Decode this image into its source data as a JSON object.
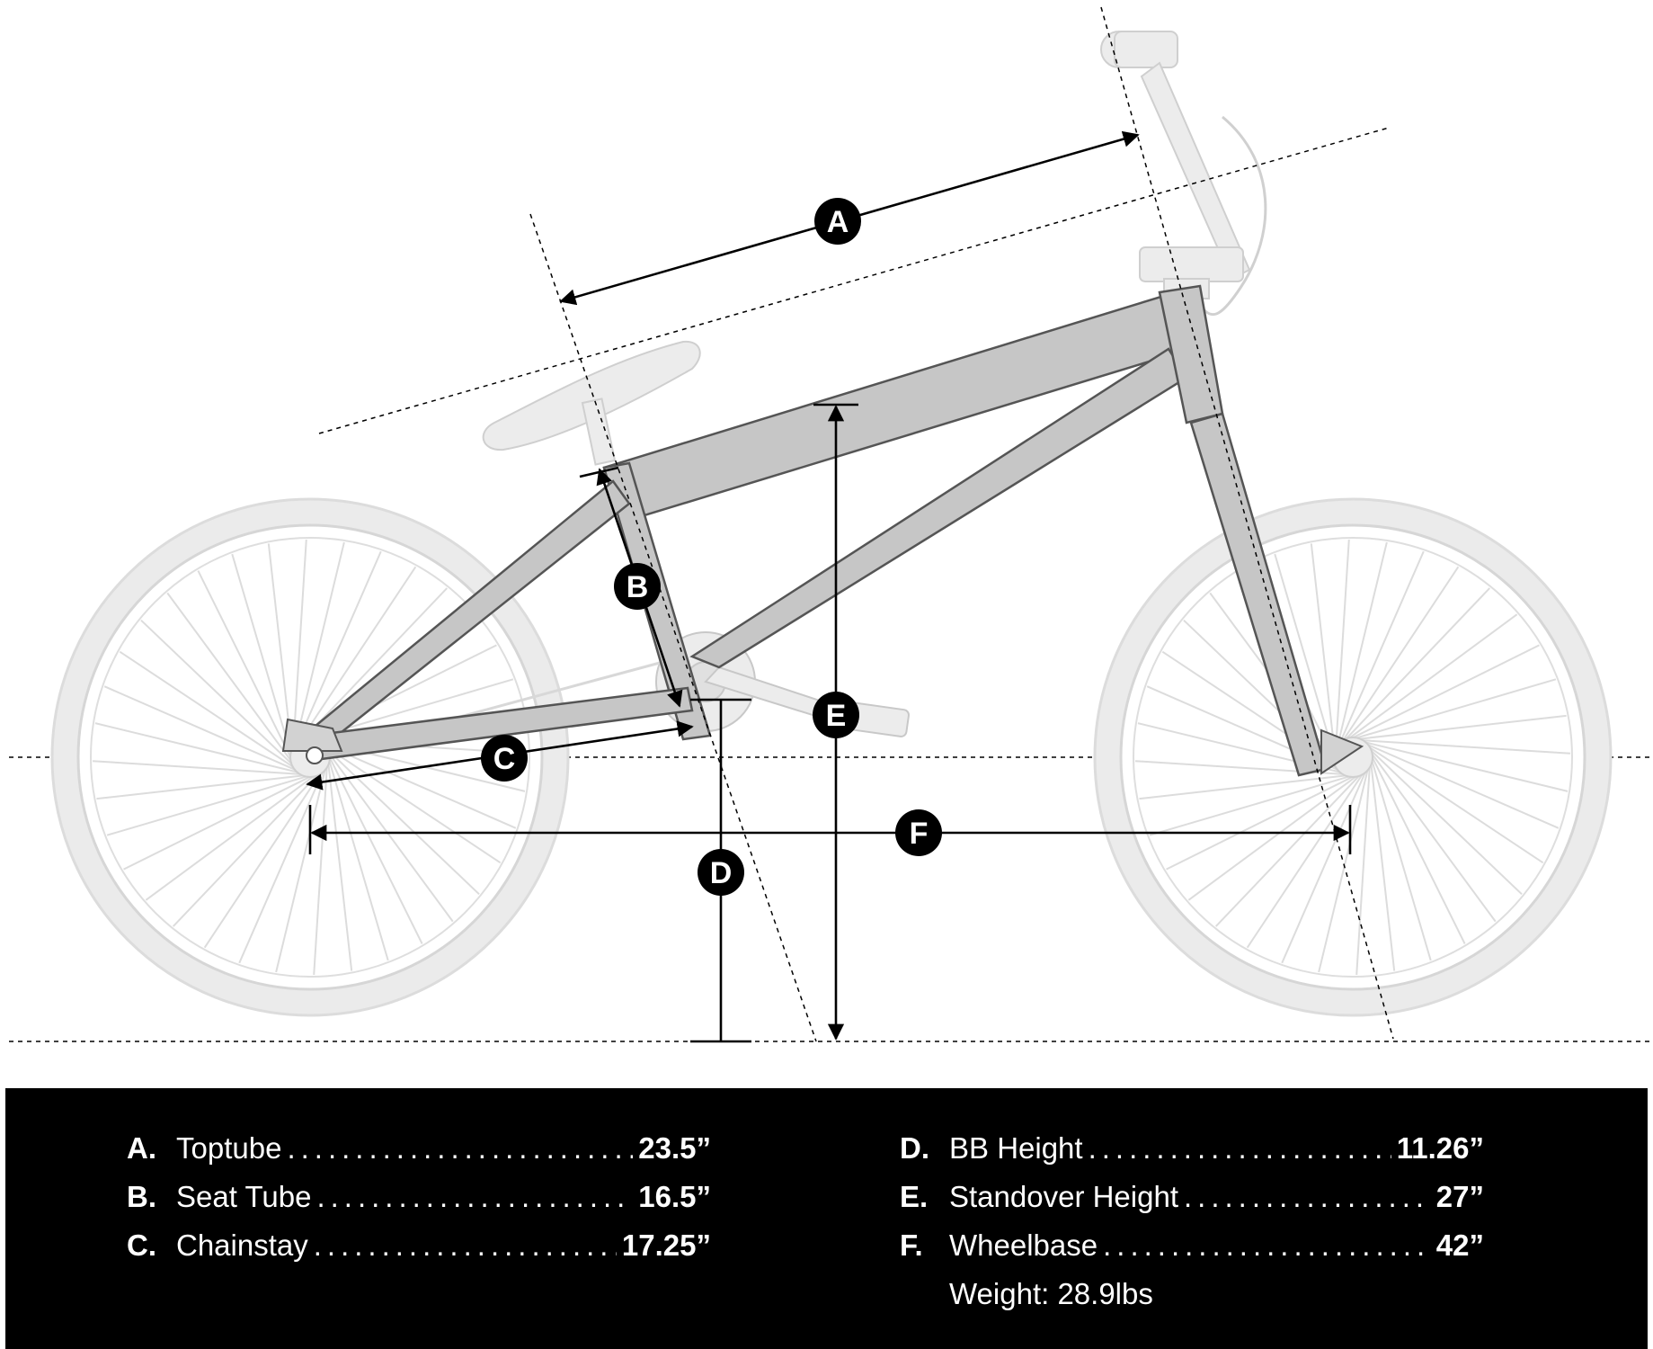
{
  "callouts": [
    "A",
    "B",
    "C",
    "D",
    "E",
    "F"
  ],
  "specs_left": [
    {
      "letter": "A.",
      "name": "Toptube",
      "value": "23.5”"
    },
    {
      "letter": "B.",
      "name": "Seat Tube",
      "value": "16.5”"
    },
    {
      "letter": "C.",
      "name": "Chainstay",
      "value": "17.25”"
    }
  ],
  "specs_right": [
    {
      "letter": "D.",
      "name": "BB Height",
      "value": "11.26”"
    },
    {
      "letter": "E.",
      "name": "Standover Height",
      "value": "27”"
    },
    {
      "letter": "F.",
      "name": "Wheelbase",
      "value": "42”"
    }
  ],
  "weight": "Weight: 28.9lbs",
  "colors": {
    "bike_light": "#e6e6e6",
    "frame": "#c9c9c9",
    "line": "#000000",
    "panel": "#000000",
    "text": "#ffffff"
  }
}
